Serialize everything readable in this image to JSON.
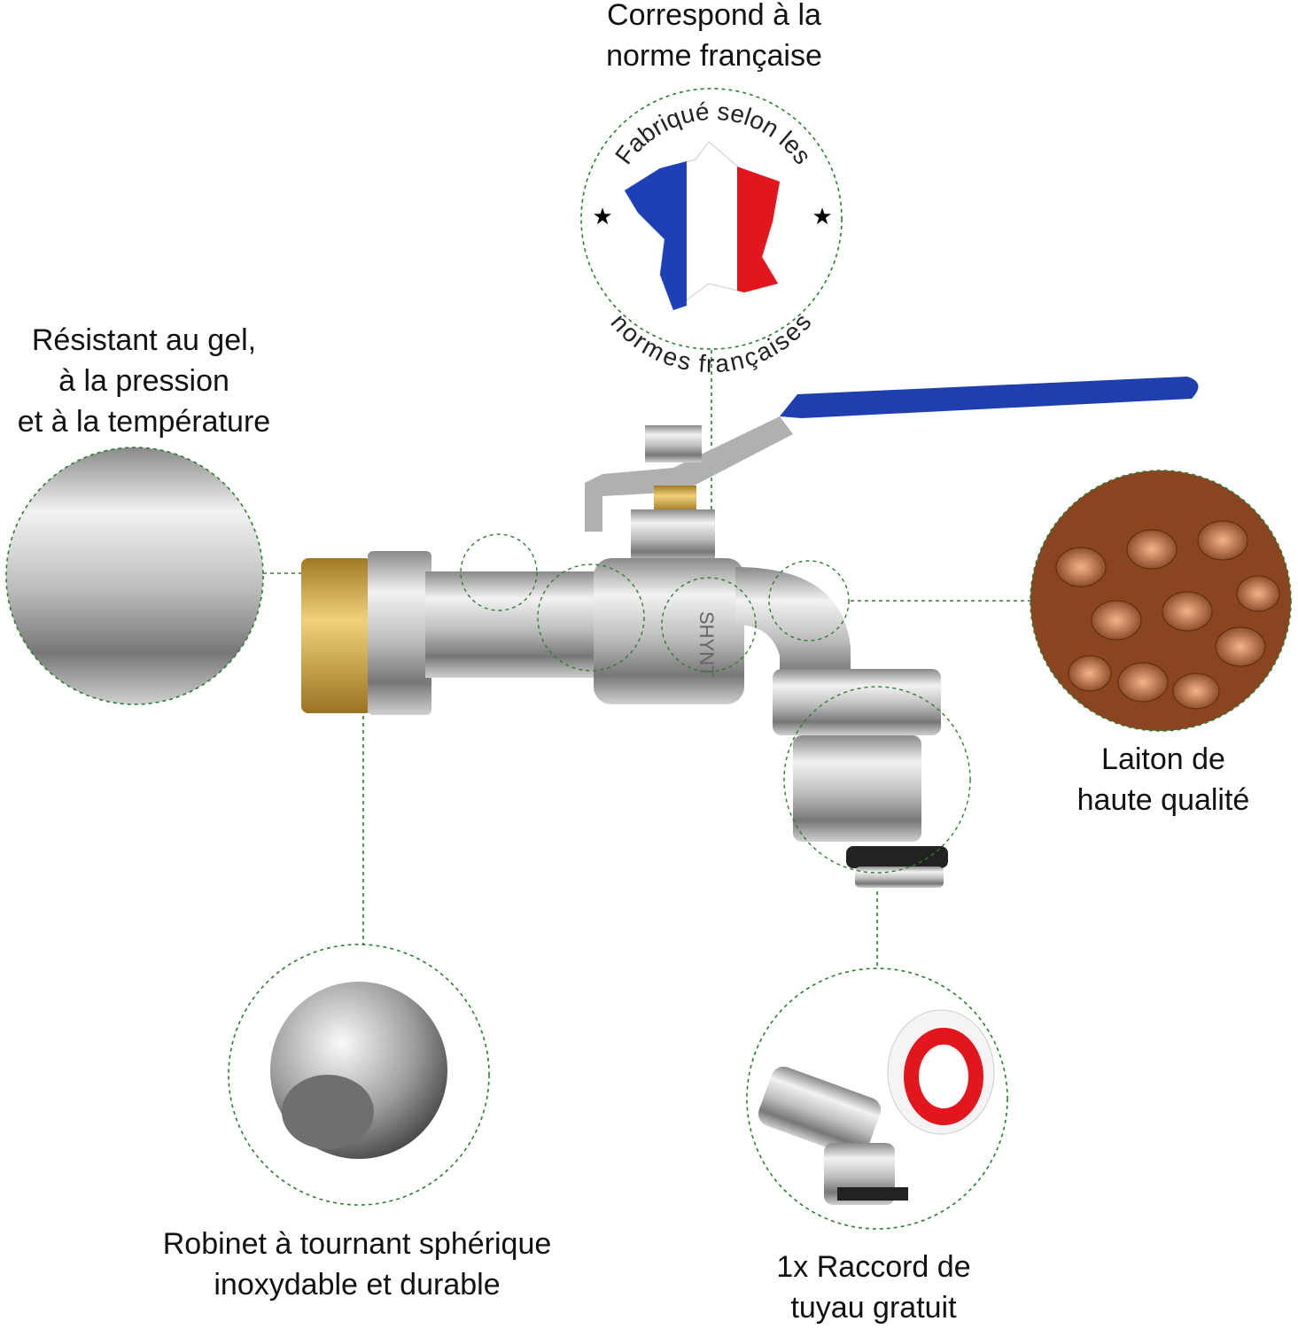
{
  "top_caption": {
    "line1": "Correspond à la",
    "line2": "norme française"
  },
  "stamp": {
    "top_text": "Fabriqué selon les",
    "bottom_text": "normes françaises"
  },
  "left_caption": {
    "line1": "Résistant au gel,",
    "line2": "à la pression",
    "line3": "et à la température"
  },
  "right_caption": {
    "line1": "Laiton de",
    "line2": "haute qualité"
  },
  "bottom_left_caption": {
    "line1": "Robinet à tournant sphérique",
    "line2": "inoxydable et durable"
  },
  "bottom_right_caption": {
    "line1": "1x Raccord de",
    "line2": "tuyau gratuit"
  },
  "faucet_marking": "SHYNT",
  "colors": {
    "dash": "#2e7d32",
    "handle": "#1f3fae",
    "brass": "#c9a244",
    "flag_blue": "#1d3fb8",
    "flag_red": "#e3161d"
  }
}
